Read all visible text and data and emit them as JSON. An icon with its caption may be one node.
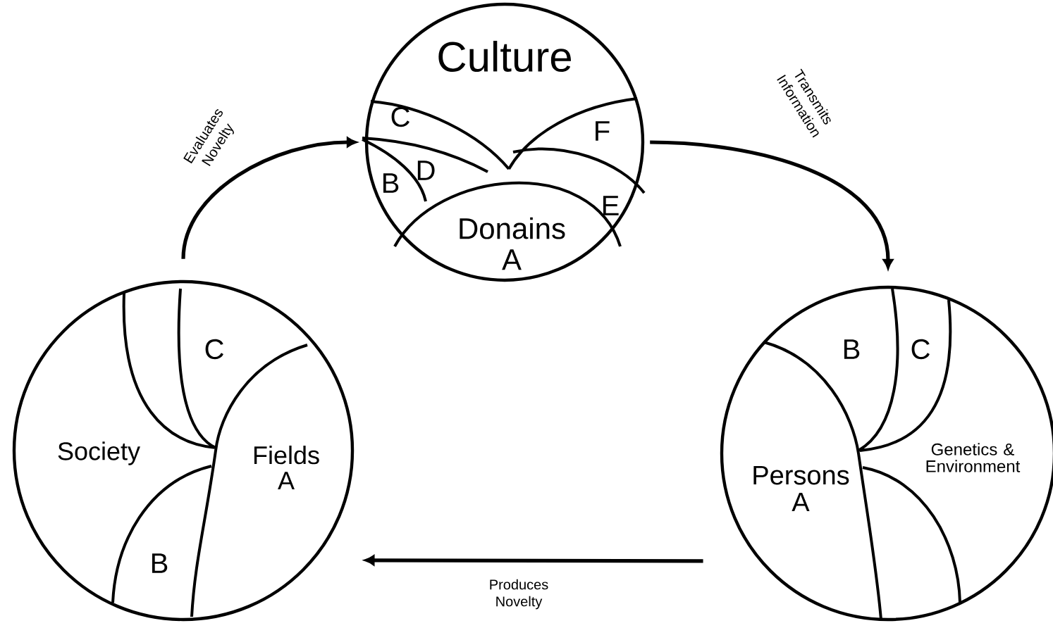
{
  "diagram": {
    "nodes": [
      {
        "text": [
          "Culture",
          "C",
          "F",
          "B",
          "D",
          "E",
          "Donains A"
        ]
      },
      {
        "text": [
          "Society",
          "C",
          "Fields A",
          "B"
        ]
      },
      {
        "text": [
          "B",
          "C",
          "Persons A",
          "Genetics & Environment"
        ]
      }
    ],
    "edges": [
      {
        "from": 1,
        "to": 0,
        "arrow": "to",
        "label": "Evaluates Novelty"
      },
      {
        "from": 0,
        "to": 2,
        "arrow": "to",
        "label": "Transmits Information"
      },
      {
        "from": 2,
        "to": 1,
        "arrow": "to",
        "label": "Produces Novelty"
      }
    ]
  }
}
